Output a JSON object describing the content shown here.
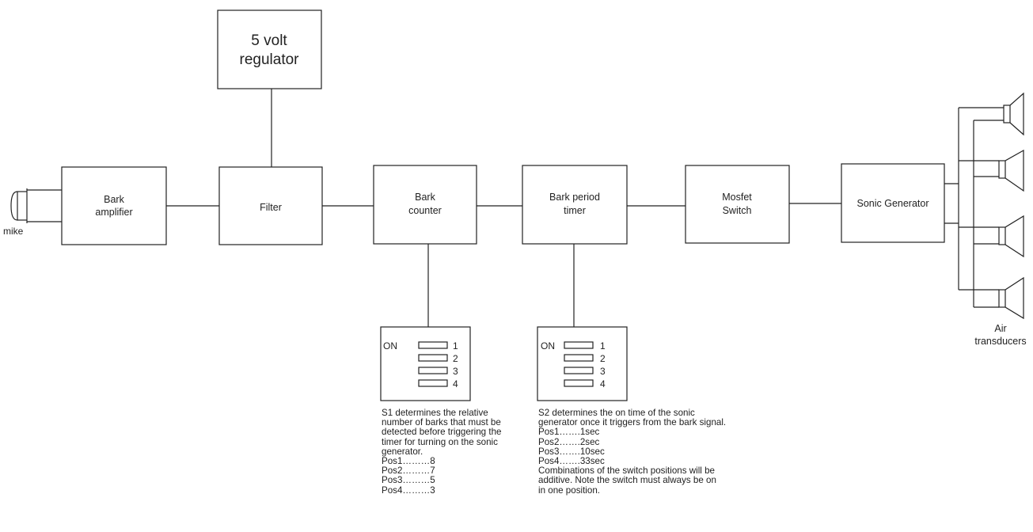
{
  "blocks": {
    "regulator": [
      "5 volt",
      "regulator"
    ],
    "amplifier": [
      "Bark",
      "amplifier"
    ],
    "filter": [
      "Filter"
    ],
    "counter": [
      "Bark",
      "counter"
    ],
    "timer": [
      "Bark period",
      "timer"
    ],
    "mosfet": [
      "Mosfet",
      "Switch"
    ],
    "sonic": [
      "Sonic Generator"
    ]
  },
  "mike_label": "mike",
  "transducers_label": [
    "Air",
    "transducers"
  ],
  "switch_s1": {
    "on_label": "ON",
    "positions": [
      "1",
      "2",
      "3",
      "4"
    ]
  },
  "switch_s2": {
    "on_label": "ON",
    "positions": [
      "1",
      "2",
      "3",
      "4"
    ]
  },
  "note_s1": [
    "S1 determines the relative",
    "number of barks that must be",
    "detected before triggering the",
    "timer for turning on the sonic",
    "generator.",
    "Pos1………8",
    "Pos2………7",
    "Pos3………5",
    "Pos4………3"
  ],
  "note_s2": [
    "S2 determines the on time of the sonic",
    "generator once it triggers from the bark signal.",
    "Pos1…….1sec",
    "Pos2…….2sec",
    "Pos3…….10sec",
    "Pos4…….33sec",
    "Combinations of the switch positions will be",
    "additive.  Note the switch must always be on",
    "in one position."
  ]
}
